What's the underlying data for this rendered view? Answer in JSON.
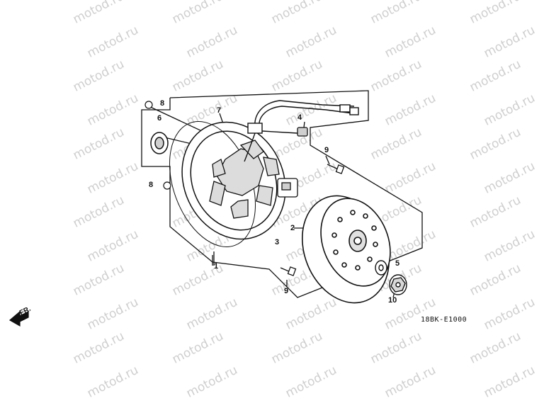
{
  "watermark": "motod.ru",
  "callouts": {
    "c1": "1",
    "c2": "2",
    "c3": "3",
    "c4": "4",
    "c5": "5",
    "c6": "6",
    "c7": "7",
    "c8a": "8",
    "c8b": "8",
    "c9a": "9",
    "c9b": "9",
    "c10": "10"
  },
  "diagram_code": "18BK-E1000",
  "direction_label": "FR."
}
